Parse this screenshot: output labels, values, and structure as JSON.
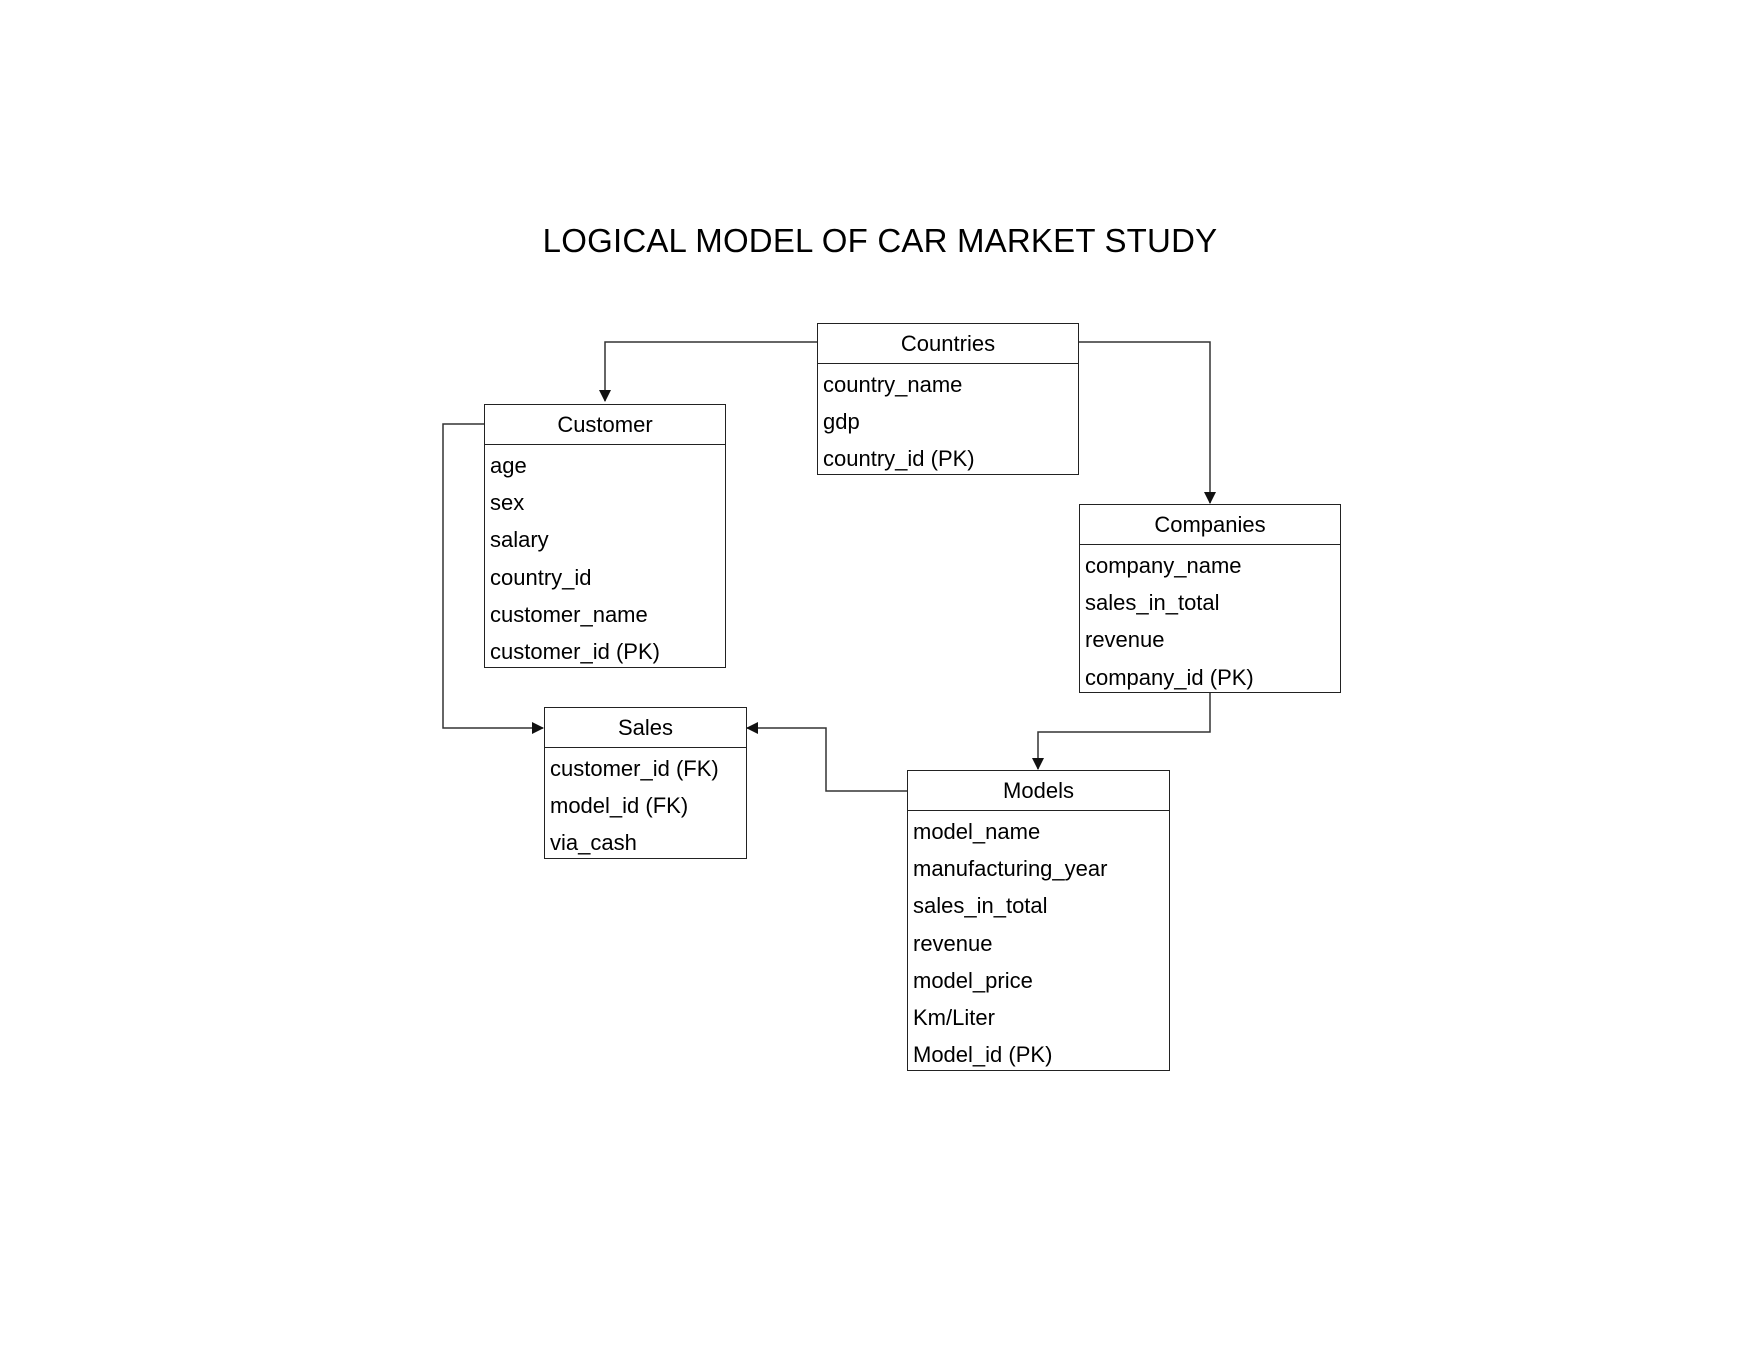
{
  "title": "LOGICAL MODEL OF CAR MARKET STUDY",
  "entities": {
    "countries": {
      "name": "Countries",
      "attributes": [
        "country_name",
        "gdp",
        "country_id (PK)"
      ]
    },
    "customer": {
      "name": "Customer",
      "attributes": [
        "age",
        "sex",
        "salary",
        "country_id",
        "customer_name",
        "customer_id (PK)"
      ]
    },
    "companies": {
      "name": "Companies",
      "attributes": [
        "company_name",
        "sales_in_total",
        "revenue",
        "company_id (PK)"
      ]
    },
    "sales": {
      "name": "Sales",
      "attributes": [
        "customer_id (FK)",
        "model_id (FK)",
        "via_cash"
      ]
    },
    "models": {
      "name": "Models",
      "attributes": [
        "model_name",
        "manufacturing_year",
        "sales_in_total",
        "revenue",
        "model_price",
        "Km/Liter",
        "Model_id (PK)"
      ]
    }
  },
  "relationships": [
    {
      "from": "Countries",
      "to": "Customer"
    },
    {
      "from": "Countries",
      "to": "Companies"
    },
    {
      "from": "Customer",
      "to": "Sales"
    },
    {
      "from": "Companies",
      "to": "Models"
    },
    {
      "from": "Models",
      "to": "Sales"
    }
  ]
}
